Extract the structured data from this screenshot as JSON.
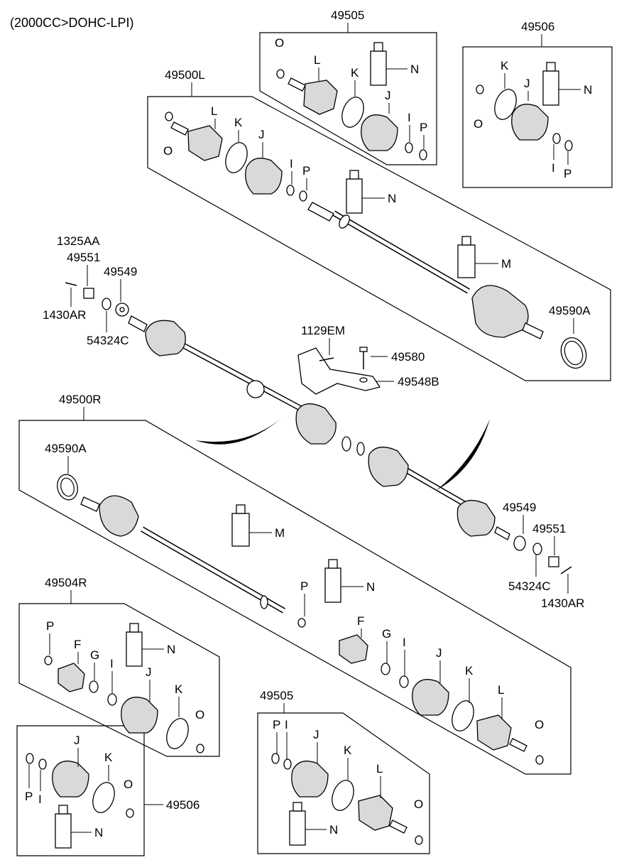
{
  "header": {
    "engine_note": "(2000CC>DOHC-LPI)"
  },
  "assemblies": {
    "a49505_top": "49505",
    "a49506_top": "49506",
    "a49500L": "49500L",
    "a49500R": "49500R",
    "a49504R": "49504R",
    "a49505_bottom": "49505",
    "a49506_bottom": "49506"
  },
  "part_numbers": {
    "p1325AA": "1325AA",
    "p49551_left": "49551",
    "p49549_left": "49549",
    "p1430AR_left": "1430AR",
    "p54324C_left": "54324C",
    "p49590A_right": "49590A",
    "p1129EM": "1129EM",
    "p49580": "49580",
    "p49548B": "49548B",
    "p49590A_left": "49590A",
    "p49549_right": "49549",
    "p49551_right": "49551",
    "p54324C_right": "54324C",
    "p1430AR_right": "1430AR"
  },
  "letters": {
    "O": "O",
    "L": "L",
    "K": "K",
    "J": "J",
    "I": "I",
    "P": "P",
    "N": "N",
    "M": "M",
    "F": "F",
    "G": "G"
  }
}
